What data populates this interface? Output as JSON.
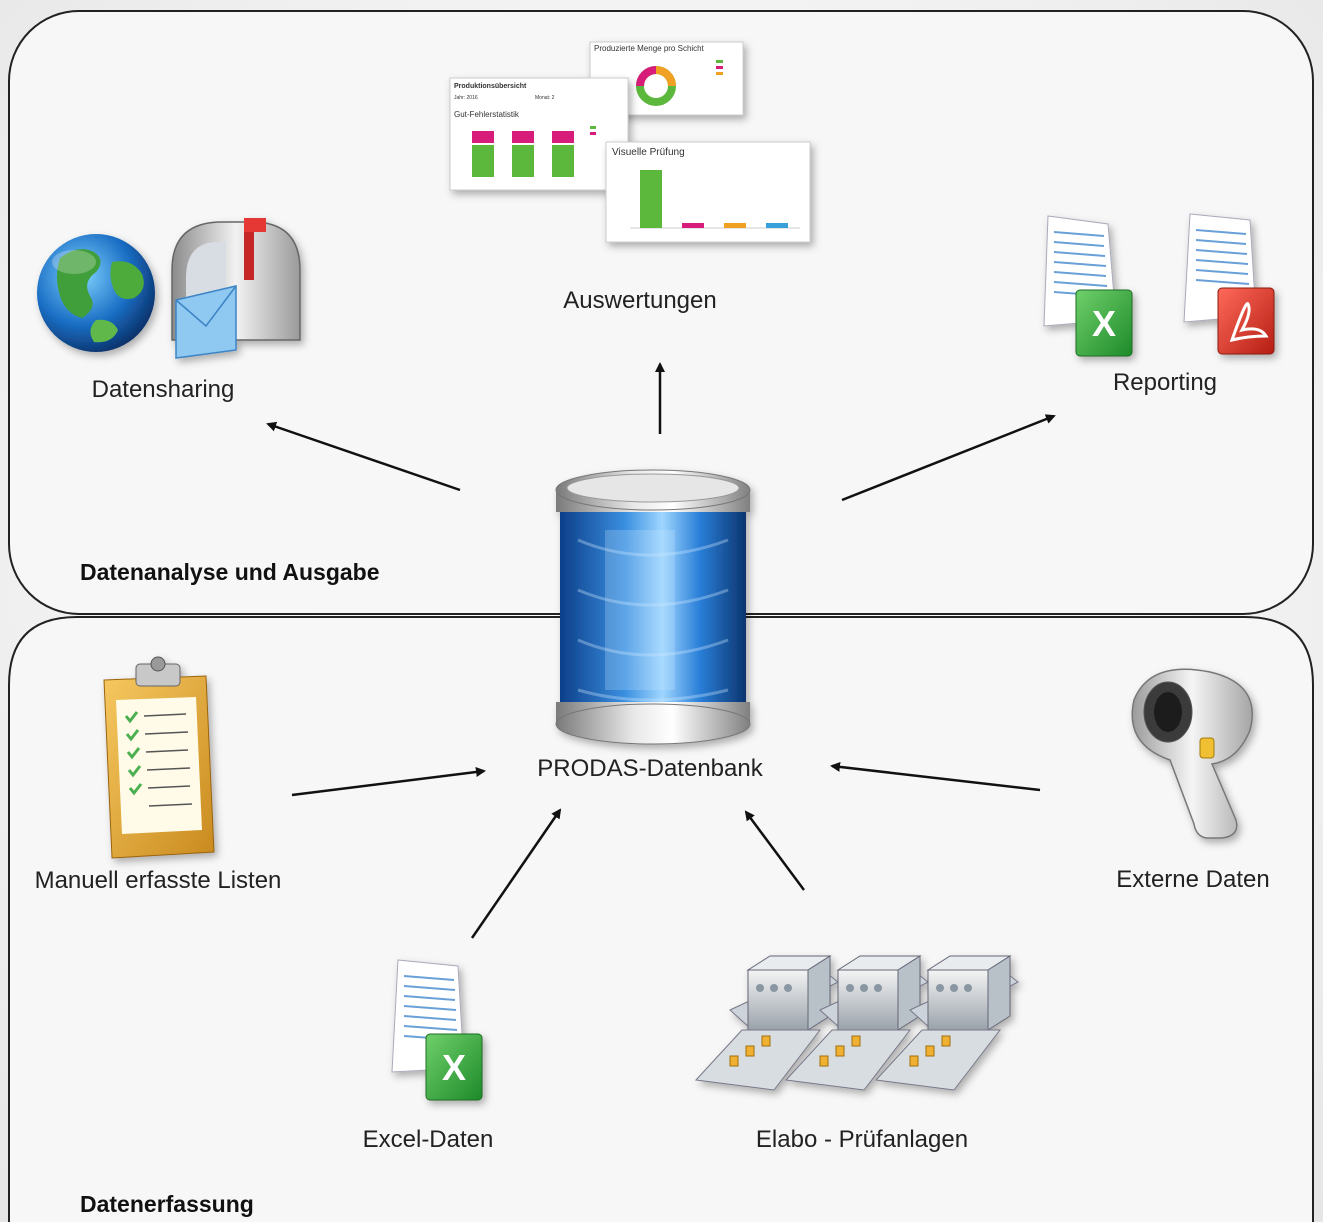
{
  "sections": {
    "top_title": "Datenanalyse und Ausgabe",
    "bottom_title": "Datenerfassung"
  },
  "center": {
    "label": "PRODAS-Datenbank"
  },
  "outputs": {
    "datensharing": "Datensharing",
    "auswertungen": "Auswertungen",
    "reporting": "Reporting"
  },
  "inputs": {
    "manual": "Manuell erfasste Listen",
    "external": "Externe Daten",
    "excel": "Excel-Daten",
    "elabo": "Elabo - Prüfanlagen"
  },
  "thumbnails": {
    "production_overview": {
      "title": "Produktionsübersicht",
      "year_label": "Jahr: 2016",
      "month_label": "Monat: 2",
      "subtitle": "Gut-Fehlerstatistik"
    },
    "quantity_per_shift": {
      "title": "Produzierte Menge pro Schicht"
    },
    "visual_inspection": {
      "title": "Visuelle Prüfung"
    }
  },
  "colors": {
    "accent_green": "#5cb83c",
    "accent_magenta": "#d81b7a",
    "accent_orange": "#f0a020",
    "accent_blue": "#39a0d8",
    "border": "#222222"
  }
}
